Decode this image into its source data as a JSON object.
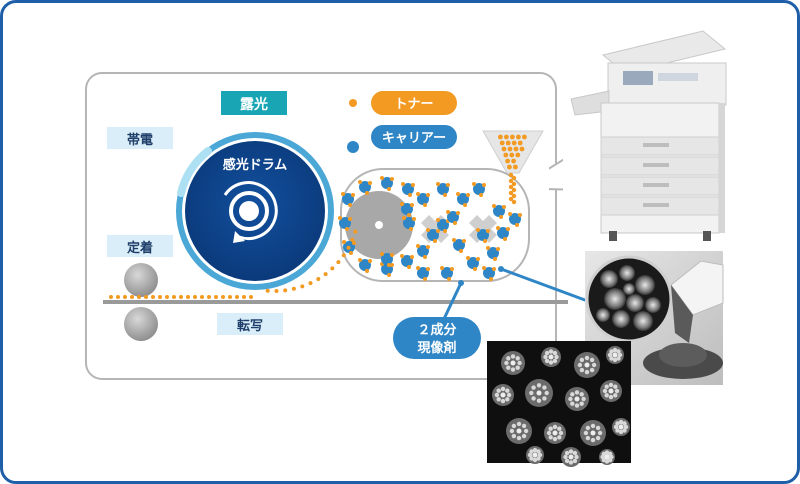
{
  "labels": {
    "exposure": "露光",
    "charging": "帯電",
    "drum": "感光ドラム",
    "fixing": "定着",
    "transfer": "転写",
    "two_component_line1": "２成分",
    "two_component_line2": "現像剤"
  },
  "legend": {
    "toner": "トナー",
    "carrier": "キャリアー"
  },
  "colors": {
    "drum_blue": "#0b3f86",
    "drum_ring": "#4aa7d6",
    "toner_orange": "#f29a22",
    "carrier_blue": "#2f86c6",
    "label_bg": "#d9eef8",
    "label_text": "#1f3f6a",
    "exposure_bg": "#19a5b4",
    "frame_border": "#1f5ea8",
    "panel_border": "#b5b5b5"
  },
  "icons": {
    "rotation": "rotate-clockwise-icon",
    "printer": "copier-machine-image",
    "microscope_small": "toner-particles-micrograph-image",
    "microscope_large": "developer-particles-micrograph-image"
  }
}
